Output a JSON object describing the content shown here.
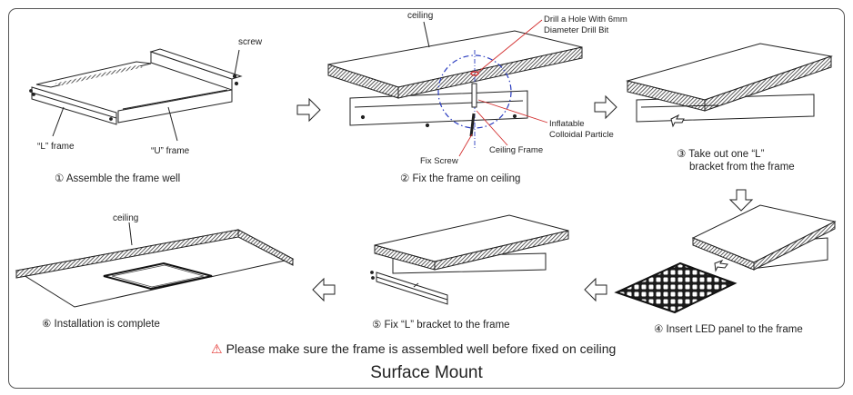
{
  "step1": {
    "caption": "① Assemble the frame well",
    "screw_label": "screw",
    "l_frame_label": "“L” frame",
    "u_frame_label": "“U” frame"
  },
  "step2": {
    "caption": "② Fix the frame on ceiling",
    "ceiling_label": "ceiling",
    "drill_label_1": "Drill a Hole With 6mm",
    "drill_label_2": "Diameter Drill Bit",
    "particle_label_1": "Inflatable",
    "particle_label_2": "Colloidal Particle",
    "ceiling_frame_label": "Ceiling Frame",
    "fix_screw_label": "Fix Screw"
  },
  "step3": {
    "caption_1": "③ Take out one “L”",
    "caption_2": "bracket from the frame"
  },
  "step4": {
    "caption": "④ Insert LED panel to the frame"
  },
  "step5": {
    "caption": "⑤ Fix “L” bracket to the frame"
  },
  "step6": {
    "caption": "⑥ Installation is complete",
    "ceiling_label": "ceiling"
  },
  "warning": {
    "icon": "warning-icon",
    "text": "Please make sure the frame is assembled well before fixed on ceiling"
  },
  "title": "Surface Mount",
  "colors": {
    "warning_red": "#e53935",
    "line": "#222222",
    "hatch": "#444444"
  }
}
